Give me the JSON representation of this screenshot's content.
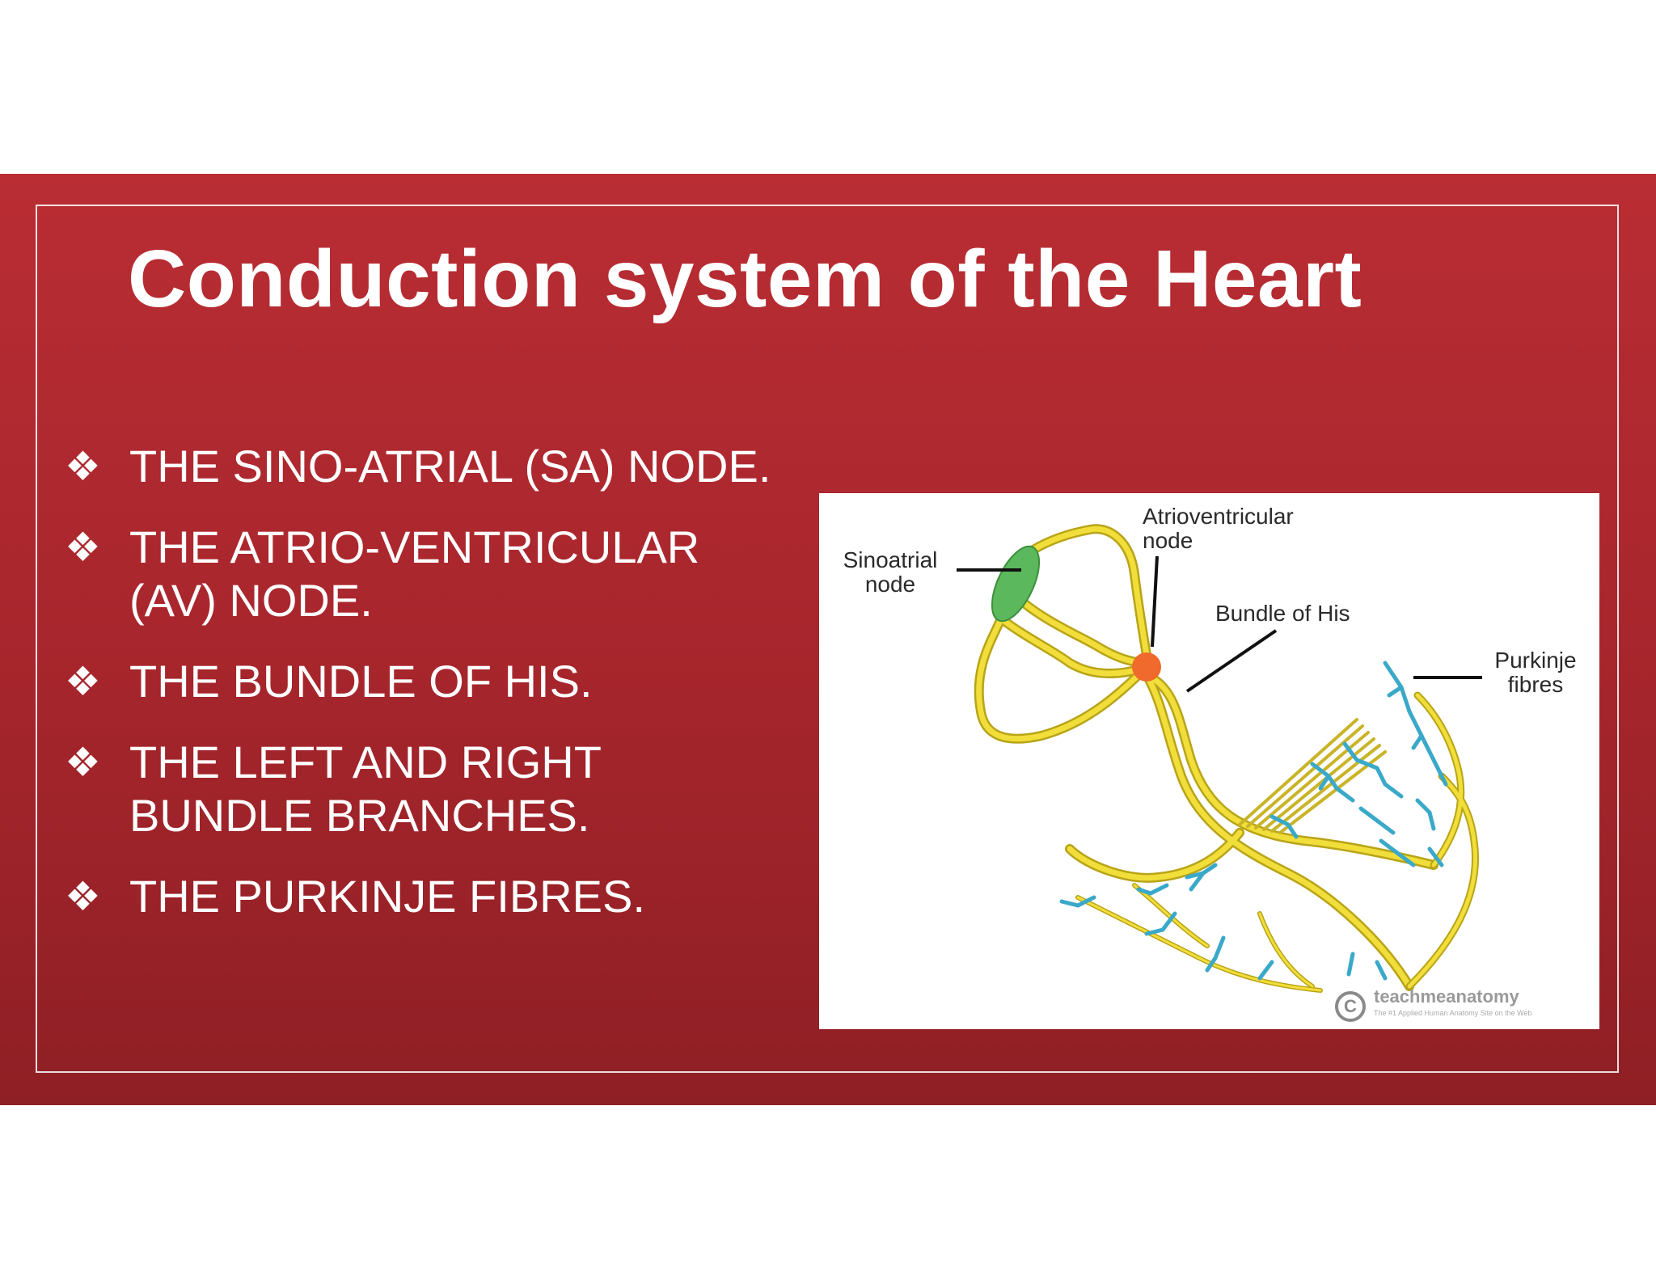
{
  "slide": {
    "title": "Conduction system of the Heart",
    "bullets": [
      {
        "icon": "diamond-bullet-icon",
        "text": "THE SINO-ATRIAL (SA) NODE."
      },
      {
        "icon": "diamond-bullet-icon",
        "text": "THE ATRIO-VENTRICULAR (AV) NODE."
      },
      {
        "icon": "diamond-bullet-icon",
        "text": "THE BUNDLE OF HIS."
      },
      {
        "icon": "diamond-bullet-icon",
        "text": "THE LEFT AND RIGHT BUNDLE BRANCHES."
      },
      {
        "icon": "diamond-bullet-icon",
        "text": "THE PURKINJE FIBRES."
      }
    ],
    "bullet_glyph": "❖"
  },
  "diagram": {
    "labels": {
      "sa_node": "Sinoatrial node",
      "av_node": "Atrioventricular node",
      "bundle_of_his": "Bundle of His",
      "purkinje": "Purkinje fibres"
    },
    "watermark": {
      "name": "teachmeanatomy",
      "tagline": "The #1 Applied Human Anatomy Site on the Web",
      "symbol": "C"
    }
  },
  "colors": {
    "band_top": "#b92d33",
    "band_bottom": "#8e1f24",
    "pathway_yellow": "#f2de3a",
    "pathway_outline": "#b8a417",
    "sa_node_green": "#5cb85c",
    "av_node_orange": "#ef6a2c",
    "purkinje_blue": "#3aa9c9"
  }
}
